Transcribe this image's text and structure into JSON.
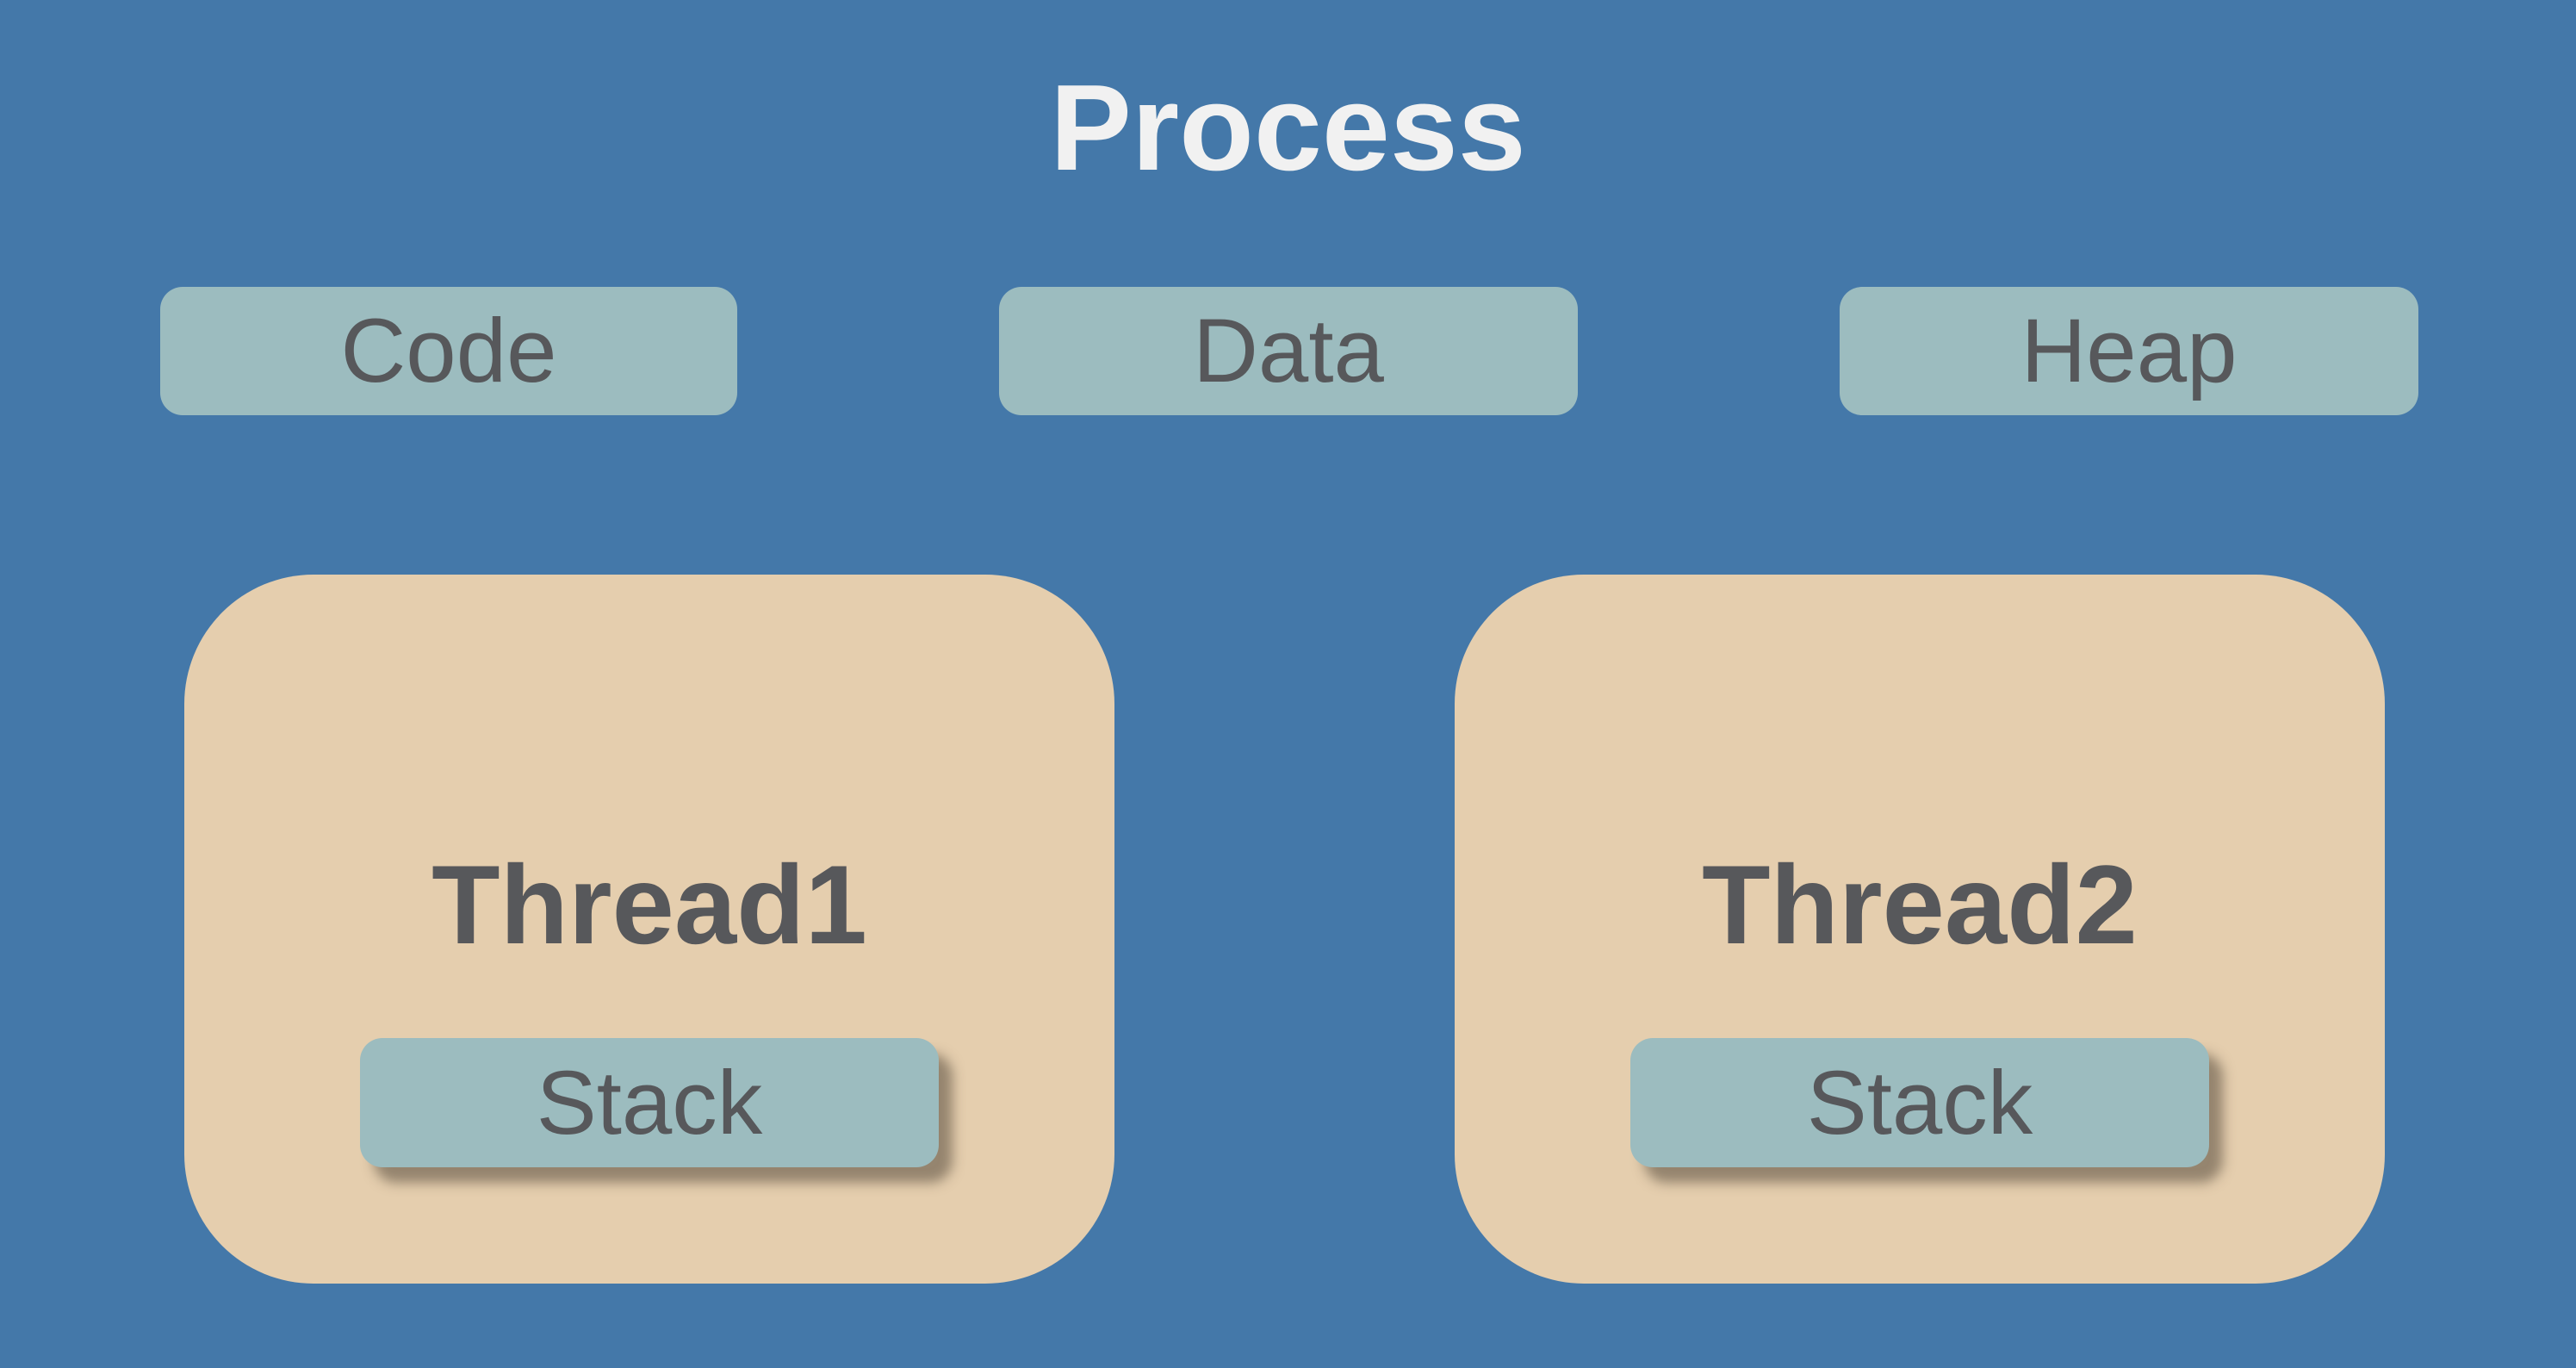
{
  "title": "Process",
  "memory_segments": [
    {
      "label": "Code"
    },
    {
      "label": "Data"
    },
    {
      "label": "Heap"
    }
  ],
  "threads": [
    {
      "name": "Thread1",
      "stack_label": "Stack"
    },
    {
      "name": "Thread2",
      "stack_label": "Stack"
    }
  ],
  "colors": {
    "background": "#4478A9",
    "segment_fill": "#9CBCBF",
    "thread_fill": "#E5CEAE",
    "label_text": "#57585B",
    "title_text": "#F1F1F1",
    "stack_shadow": "rgba(70,60,48,0.5)"
  }
}
